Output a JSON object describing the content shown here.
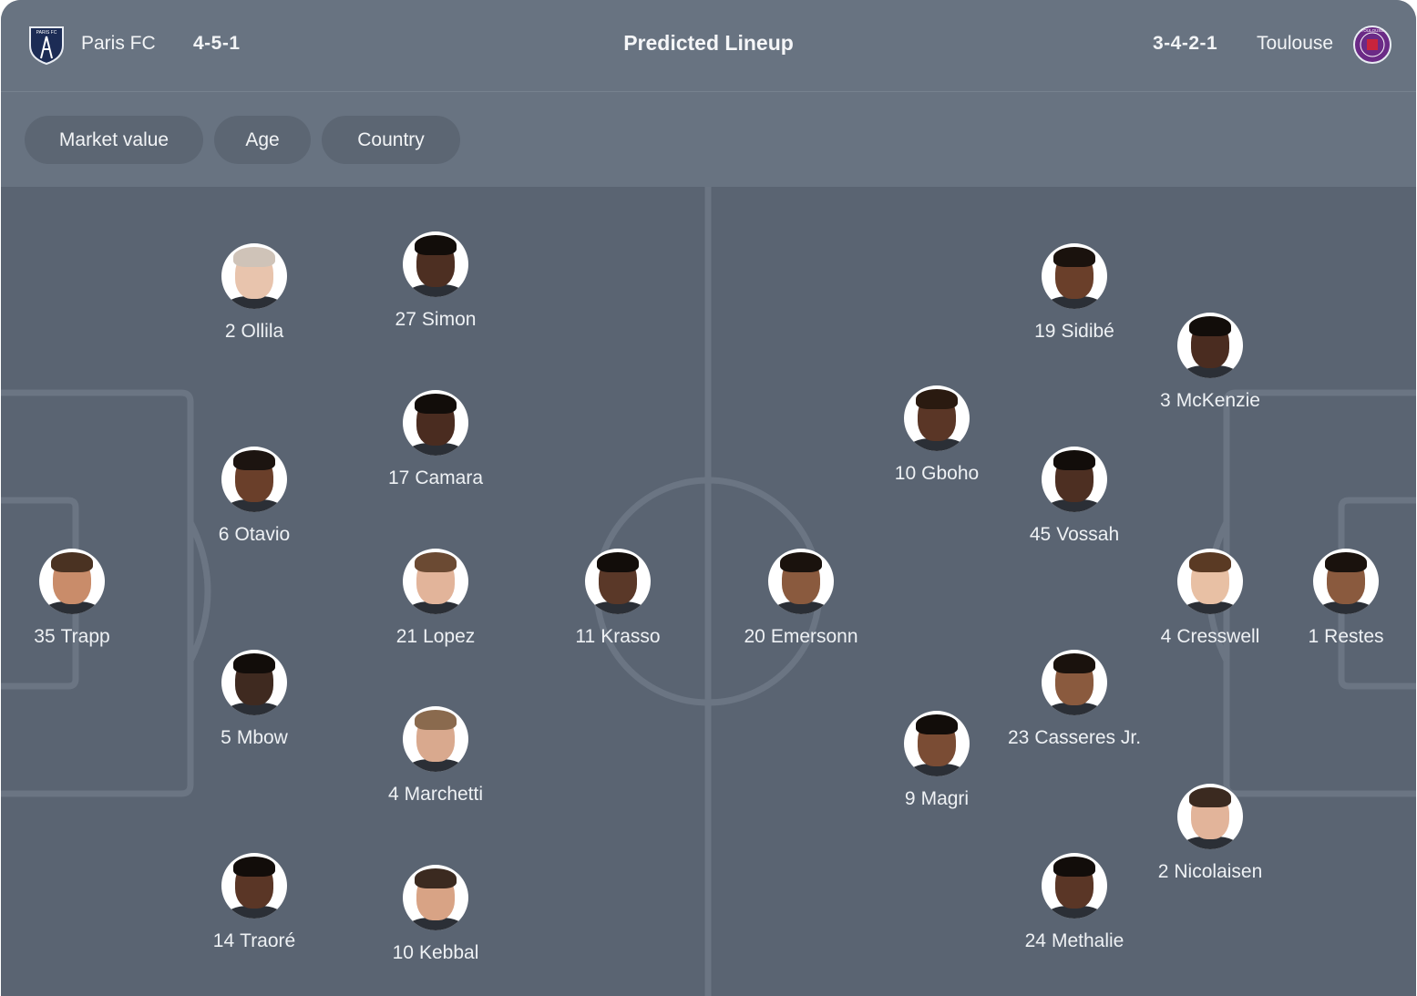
{
  "header": {
    "title": "Predicted Lineup",
    "home": {
      "name": "Paris FC",
      "formation": "4-5-1",
      "crest_text": "PARIS FC"
    },
    "away": {
      "name": "Toulouse",
      "formation": "3-4-2-1",
      "crest_text": "TOULOUSE"
    }
  },
  "filters": [
    "Market value",
    "Age",
    "Country"
  ],
  "colors": {
    "panel": "#687381",
    "pitch": "#5a6472",
    "lines": "#6b7583",
    "home_crest": "#1c2c55",
    "away_crest": "#6b2a86"
  },
  "home_players": [
    {
      "number": "35",
      "name": "Trapp",
      "skin": "#c98c6a",
      "hair": "#4a3222"
    },
    {
      "number": "2",
      "name": "Ollila",
      "skin": "#e8c4ad",
      "hair": "#cfc3b8"
    },
    {
      "number": "6",
      "name": "Otavio",
      "skin": "#6a3f2a",
      "hair": "#1c1410"
    },
    {
      "number": "5",
      "name": "Mbow",
      "skin": "#3f2a20",
      "hair": "#120d0a"
    },
    {
      "number": "14",
      "name": "Traoré",
      "skin": "#5a3626",
      "hair": "#120d0a"
    },
    {
      "number": "27",
      "name": "Simon",
      "skin": "#4d2f22",
      "hair": "#120d0a"
    },
    {
      "number": "17",
      "name": "Camara",
      "skin": "#4a2c20",
      "hair": "#120d0a"
    },
    {
      "number": "21",
      "name": "Lopez",
      "skin": "#e2b49a",
      "hair": "#6b4a33"
    },
    {
      "number": "4",
      "name": "Marchetti",
      "skin": "#d9a98e",
      "hair": "#8a6a4e"
    },
    {
      "number": "10",
      "name": "Kebbal",
      "skin": "#d8a385",
      "hair": "#3b2a20"
    },
    {
      "number": "11",
      "name": "Krasso",
      "skin": "#5a3828",
      "hair": "#120d0a"
    }
  ],
  "away_players": [
    {
      "number": "20",
      "name": "Emersonn",
      "skin": "#8a5a3e",
      "hair": "#1a120d"
    },
    {
      "number": "10",
      "name": "Gboho",
      "skin": "#5a3626",
      "hair": "#2a1a10"
    },
    {
      "number": "9",
      "name": "Magri",
      "skin": "#7a4c34",
      "hair": "#120d0a"
    },
    {
      "number": "19",
      "name": "Sidibé",
      "skin": "#6a3f2a",
      "hair": "#1a120d"
    },
    {
      "number": "45",
      "name": "Vossah",
      "skin": "#4d2f22",
      "hair": "#120d0a"
    },
    {
      "number": "23",
      "name": "Casseres Jr.",
      "skin": "#8a5a3e",
      "hair": "#1a120d"
    },
    {
      "number": "24",
      "name": "Methalie",
      "skin": "#5a3626",
      "hair": "#120d0a"
    },
    {
      "number": "3",
      "name": "McKenzie",
      "skin": "#4a2c20",
      "hair": "#120d0a"
    },
    {
      "number": "4",
      "name": "Cresswell",
      "skin": "#e8c0a4",
      "hair": "#5a3a24"
    },
    {
      "number": "2",
      "name": "Nicolaisen",
      "skin": "#e2b49a",
      "hair": "#3b2a20"
    },
    {
      "number": "1",
      "name": "Restes",
      "skin": "#8a5a3e",
      "hair": "#1a120d"
    }
  ]
}
